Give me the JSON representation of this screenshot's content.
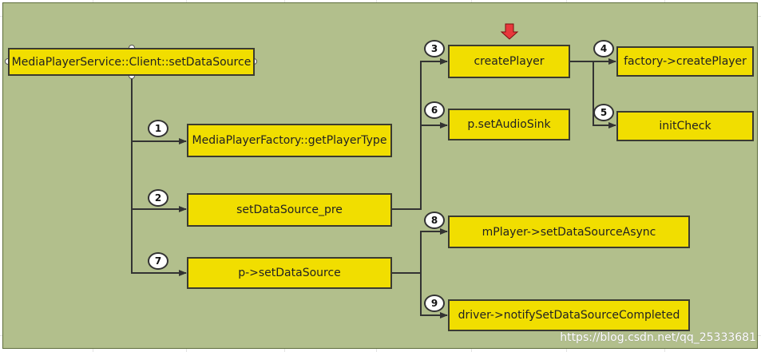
{
  "root": {
    "label": "MediaPlayerService::Client::setDataSource"
  },
  "nodes": {
    "get_player_type": "MediaPlayerFactory::getPlayerType",
    "set_data_source_pre": "setDataSource_pre",
    "p_set_data_source": "p->setDataSource",
    "create_player": "createPlayer",
    "set_audio_sink": "p.setAudioSink",
    "factory_create_player": "factory->createPlayer",
    "init_check": "initCheck",
    "mplayer_set_data_source_async": "mPlayer->setDataSourceAsync",
    "driver_notify": "driver->notifySetDataSourceCompleted"
  },
  "badges": {
    "b1": "1",
    "b2": "2",
    "b3": "3",
    "b4": "4",
    "b5": "5",
    "b6": "6",
    "b7": "7",
    "b8": "8",
    "b9": "9"
  },
  "watermark": "https://blog.csdn.net/qq_25333681",
  "colors": {
    "background": "#b2bf8c",
    "node_fill": "#f1de00",
    "node_border": "#3b3b30",
    "marker_arrow": "#e8383b"
  }
}
